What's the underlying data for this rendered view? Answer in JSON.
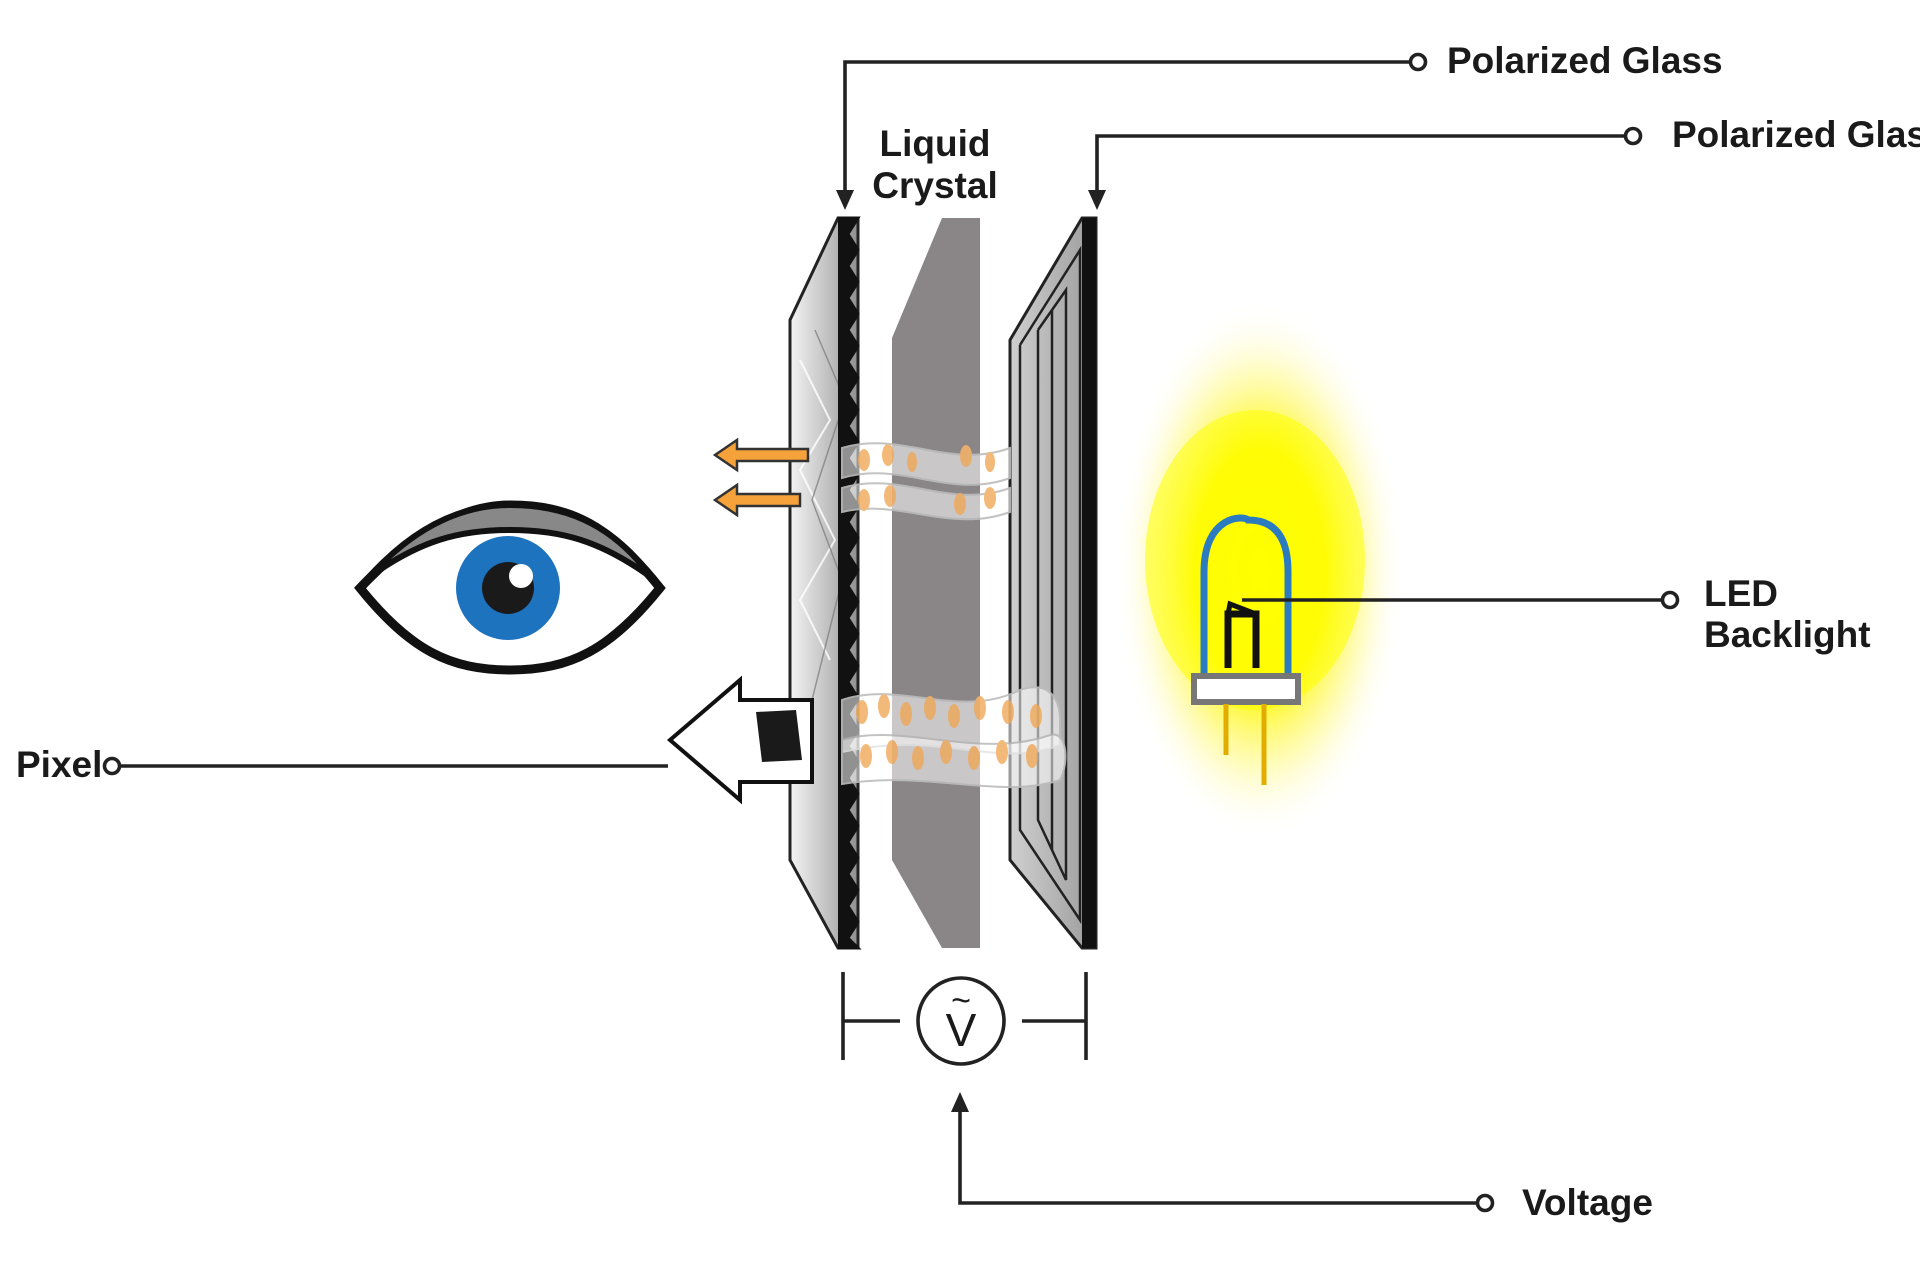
{
  "labels": {
    "polarized_glass_front": "Polarized Glass",
    "polarized_glass_back": "Polarized Glass",
    "liquid_crystal_line1": "Liquid",
    "liquid_crystal_line2": "Crystal",
    "led_backlight_line1": "LED",
    "led_backlight_line2": "Backlight",
    "pixel": "Pixel",
    "voltage": "Voltage",
    "voltage_symbol": "V",
    "voltage_tilde": "~"
  },
  "colors": {
    "eye_iris": "#1e73be",
    "light_arrow": "#f5a23a",
    "backlight_glow": "#fff200",
    "led_bulb": "#2a7bbf",
    "liquid_crystal_panel": "#8a8586",
    "crystal_molecules": "#f2b26b"
  }
}
